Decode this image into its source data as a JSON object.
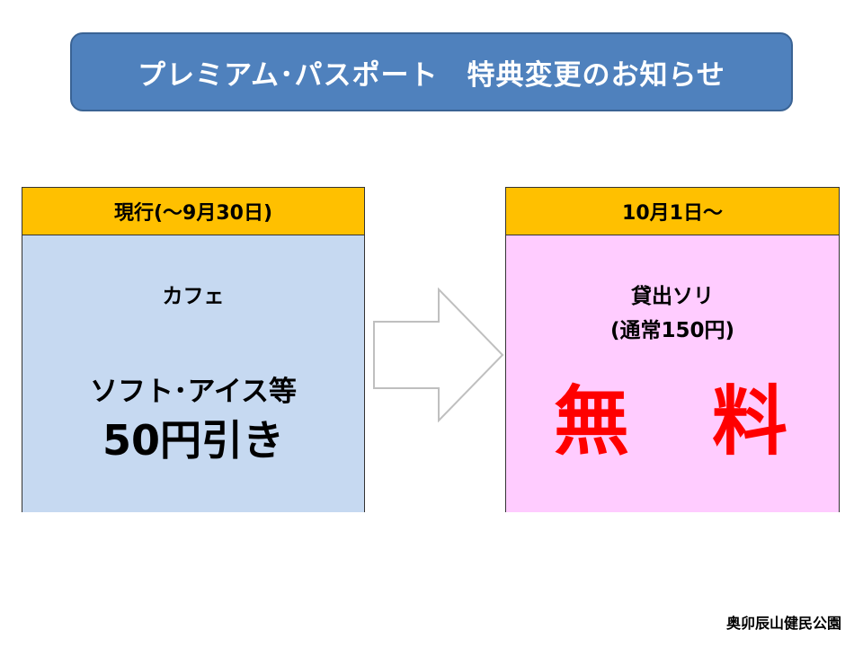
{
  "title": "プレミアム･パスポート　特典変更のお知らせ",
  "current": {
    "header": "現行(～9月30日)",
    "category": "カフェ",
    "item": "ソフト･アイス等",
    "discount": "50円引き"
  },
  "new": {
    "header": "10月1日～",
    "item": "貸出ソリ",
    "note": "(通常150円)",
    "price": "無　料"
  },
  "footer": "奥卯辰山健民公園",
  "colors": {
    "title_bg": "#4f81bd",
    "header_bg": "#ffc000",
    "current_bg": "#c6d9f1",
    "new_bg": "#ffccff",
    "price_text": "#ff0000"
  },
  "icons": {
    "arrow": "right-arrow-icon"
  }
}
